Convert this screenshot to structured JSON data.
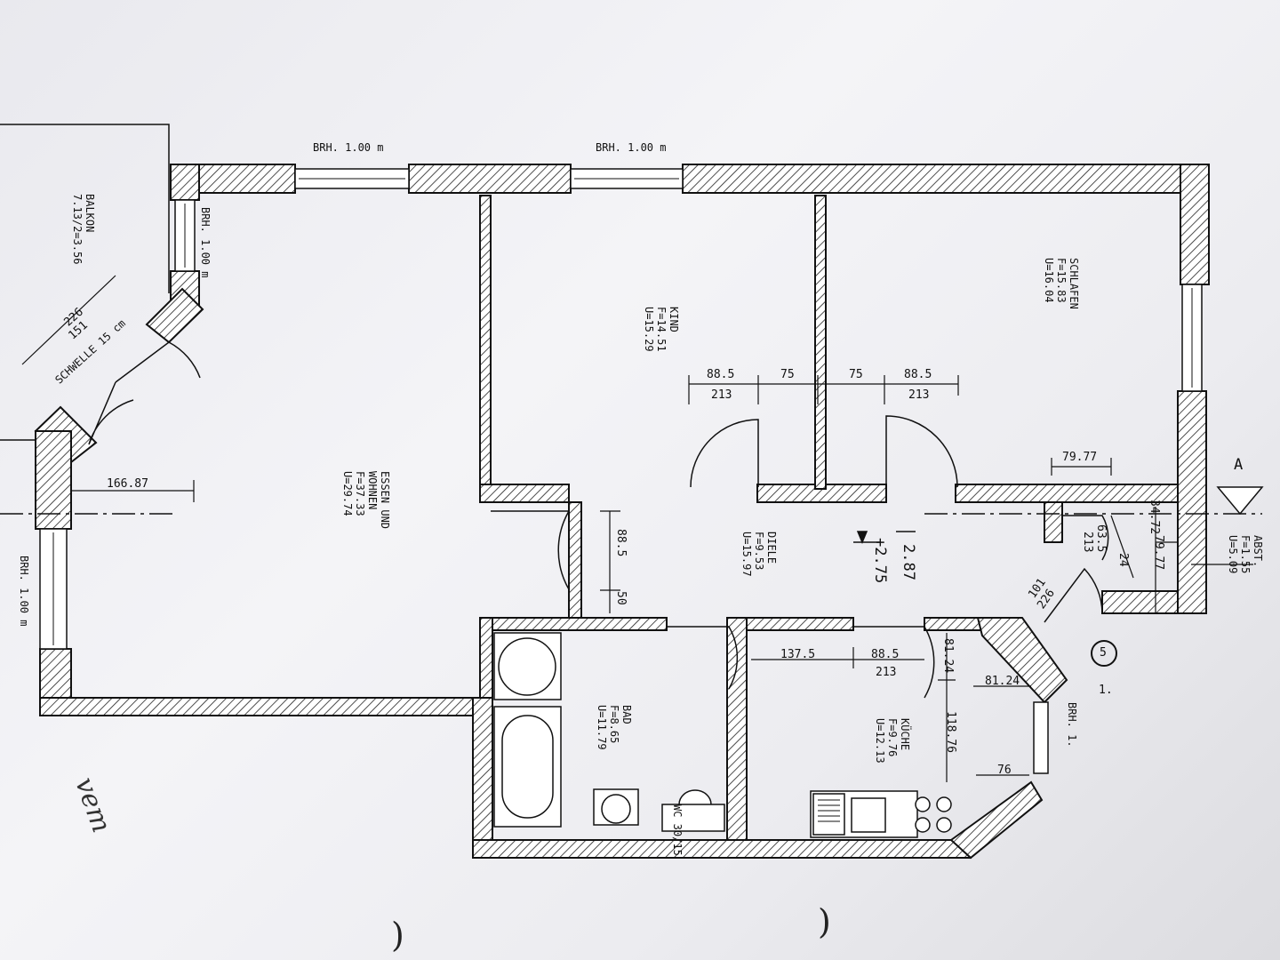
{
  "rooms": {
    "balkon": {
      "name": "BALKON",
      "area": "7.13/2=3.56"
    },
    "essen": {
      "name1": "ESSEN UND",
      "name2": "WOHNEN",
      "area": "F=37.33",
      "perimeter": "U=29.74"
    },
    "kind": {
      "name": "KIND",
      "area": "F=14.51",
      "perimeter": "U=15.29"
    },
    "schlafen": {
      "name": "SCHLAFEN",
      "area": "F=15.83",
      "perimeter": "U=16.04"
    },
    "diele": {
      "name": "DIELE",
      "area": "F=9.53",
      "perimeter": "U=15.97"
    },
    "bad": {
      "name": "BAD",
      "area": "F=8.65",
      "perimeter": "U=11.79"
    },
    "kueche": {
      "name": "KÜCHE",
      "area": "F=9.76",
      "perimeter": "U=12.13"
    },
    "abst": {
      "name": "ABST.",
      "area": "F=1.55",
      "perimeter": "U=5.09"
    }
  },
  "windows": {
    "top1": "BRH. 1.00 m",
    "top2": "BRH. 1.00 m",
    "left_upper": "BRH. 1.00 m",
    "left_lower": "BRH. 1.00 m",
    "right_kitchen": "BRH. 1."
  },
  "threshold": {
    "label": "SCHWELLE 15 cm",
    "w": "151",
    "h": "226"
  },
  "dimensions": {
    "d_166_87": "166.87",
    "kind_door_w": "88.5",
    "kind_door_h": "213",
    "mid_75a": "75",
    "mid_75b": "75",
    "schl_door_w": "88.5",
    "schl_door_h": "213",
    "d_79_77a": "79.77",
    "d_79_77b": "79.77",
    "d_34_72": "34.72",
    "abst_door_w": "63.5",
    "abst_door_h": "213",
    "d_24": "24",
    "bad_door_w": "88.5",
    "d_50": "50",
    "k_137_5": "137.5",
    "k_door_w": "88.5",
    "k_door_h": "213",
    "k_81_24a": "81.24",
    "k_81_24b": "81.24",
    "k_118_76": "118.76",
    "k_76": "76",
    "balc_door_w": "101",
    "balc_door_h": "226",
    "wc": "WC 30/15"
  },
  "levels": {
    "top": "2.87",
    "floor": "+2.75"
  },
  "section": {
    "marker": "A"
  },
  "circle_mark": "5",
  "handwriting": "vem",
  "marks": {
    "i": "1."
  },
  "colors": {
    "wall_fill": "#ffffff",
    "hatch": "#222222",
    "paper": "#eeeef2"
  }
}
